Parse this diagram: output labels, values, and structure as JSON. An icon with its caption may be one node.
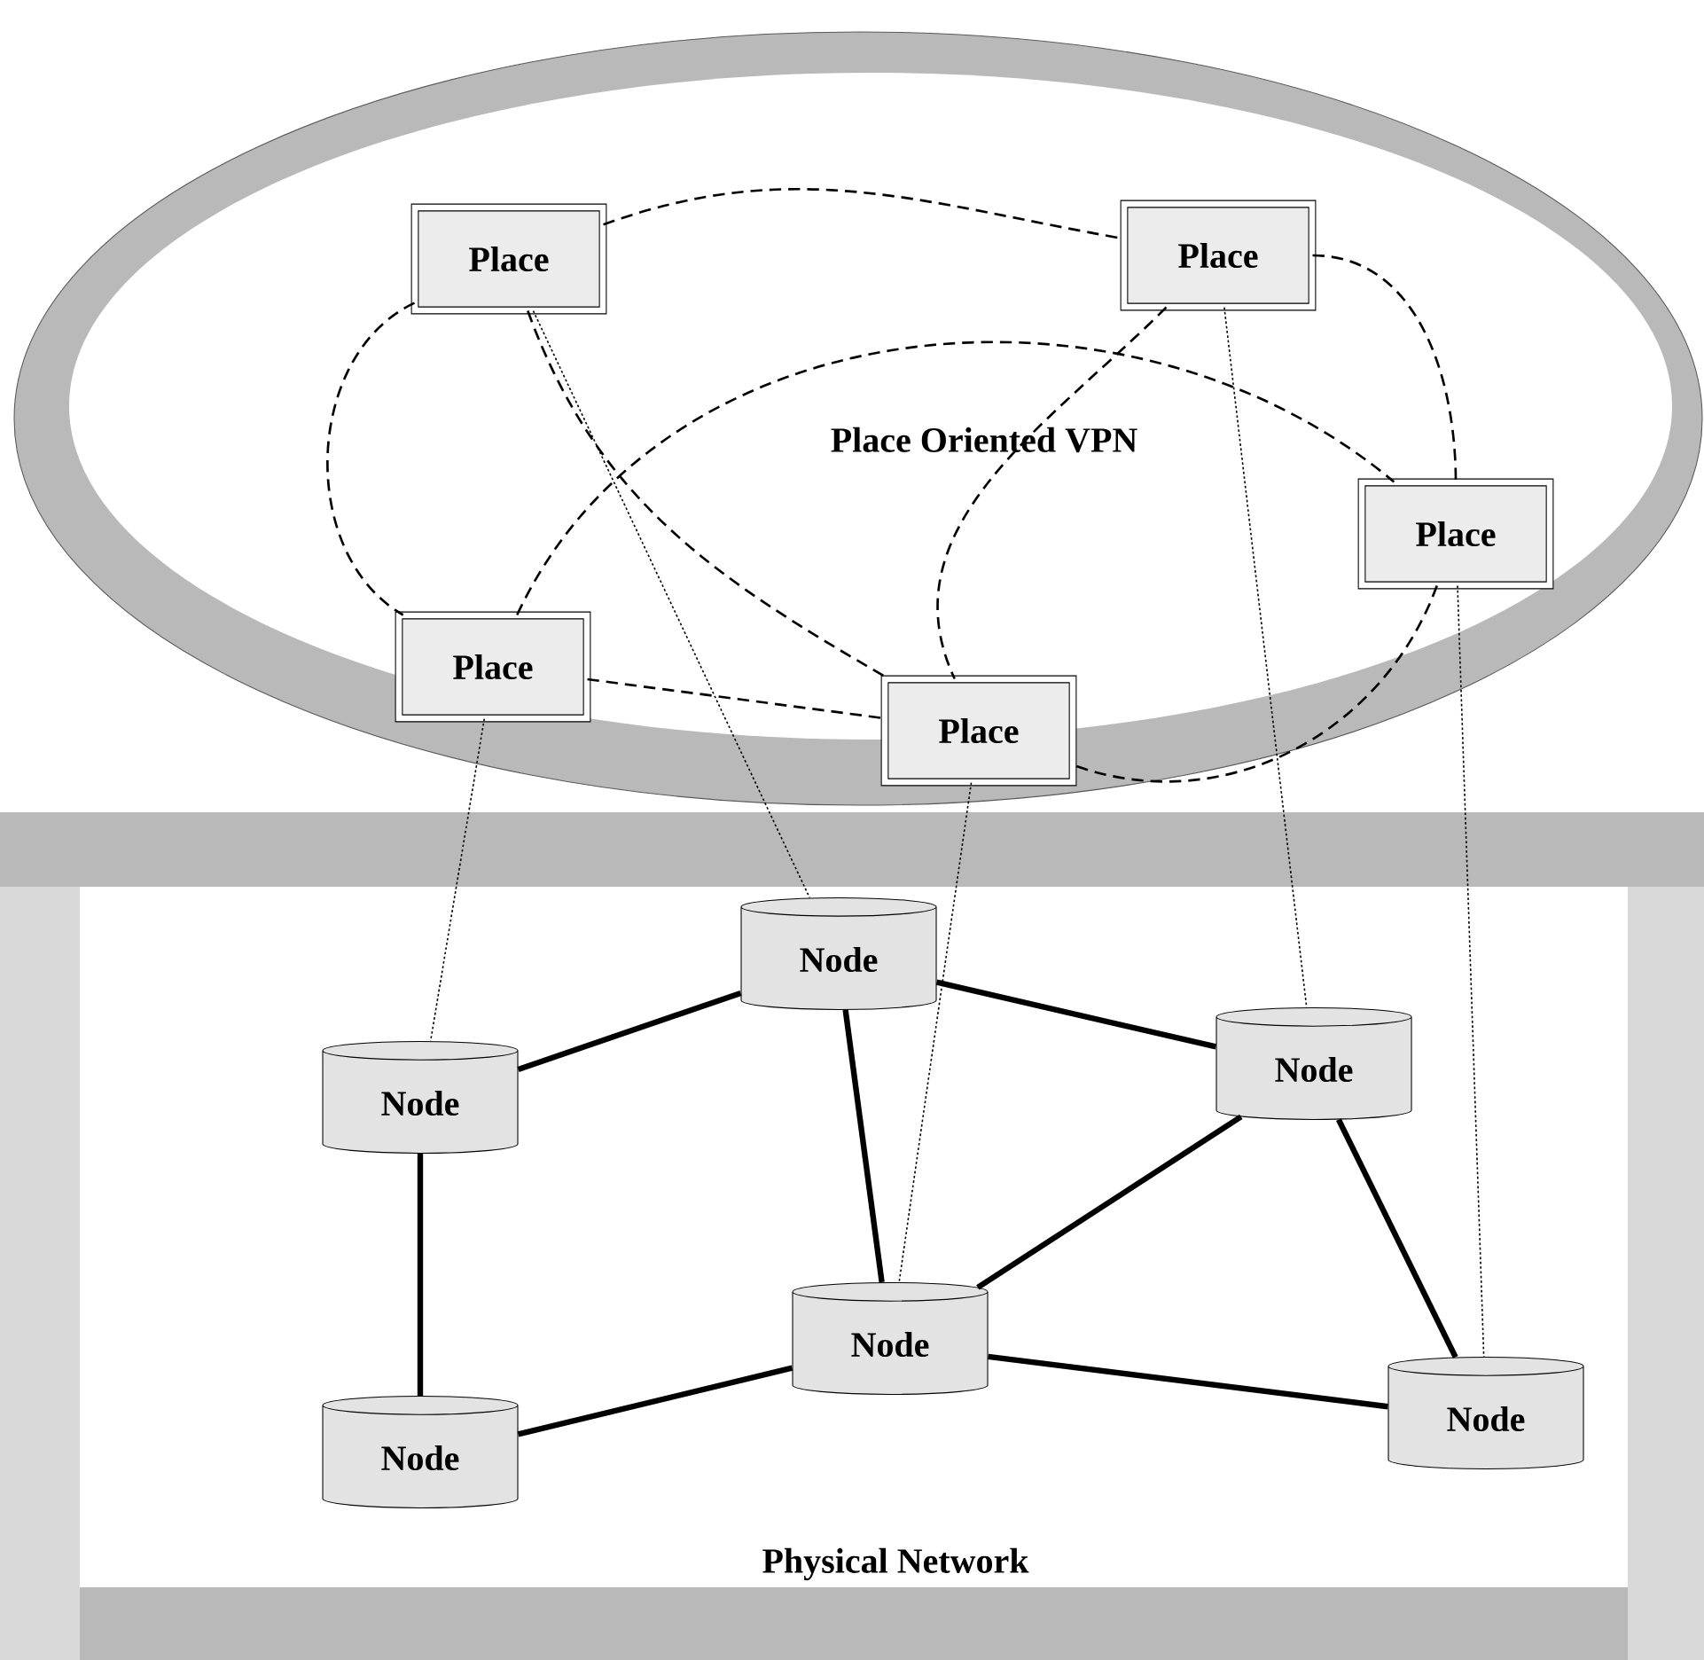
{
  "diagram": {
    "nodes": [
      {
        "text": [
          "Place Oriented VPN"
        ]
      },
      {
        "text": [
          "Place"
        ],
        "in": 0
      },
      {
        "text": [
          "Place"
        ],
        "in": 0
      },
      {
        "text": [
          "Place"
        ],
        "in": 0
      },
      {
        "text": [
          "Place"
        ],
        "in": 0
      },
      {
        "text": [
          "Place"
        ],
        "in": 0
      },
      {
        "text": [
          "Physical Network"
        ]
      },
      {
        "text": [
          "Node"
        ],
        "in": 6
      },
      {
        "text": [
          "Node"
        ],
        "in": 6
      },
      {
        "text": [
          "Node"
        ],
        "in": 6
      },
      {
        "text": [
          "Node"
        ],
        "in": 6
      },
      {
        "text": [
          "Node"
        ],
        "in": 6
      },
      {
        "text": [
          "Node"
        ],
        "in": 6
      }
    ],
    "edges": [
      {
        "from": 1,
        "to": 2,
        "arrow": "none",
        "style": "dashed"
      },
      {
        "from": 1,
        "to": 4,
        "arrow": "none",
        "style": "dashed"
      },
      {
        "from": 1,
        "to": 5,
        "arrow": "none",
        "style": "dashed"
      },
      {
        "from": 4,
        "to": 3,
        "arrow": "none",
        "style": "dashed"
      },
      {
        "from": 2,
        "to": 5,
        "arrow": "none",
        "style": "dashed"
      },
      {
        "from": 2,
        "to": 3,
        "arrow": "none",
        "style": "dashed"
      },
      {
        "from": 3,
        "to": 5,
        "arrow": "none",
        "style": "dashed"
      },
      {
        "from": 4,
        "to": 5,
        "arrow": "none",
        "style": "dashed"
      },
      {
        "from": 1,
        "to": 7,
        "arrow": "none",
        "style": "dashed"
      },
      {
        "from": 2,
        "to": 9,
        "arrow": "none",
        "style": "dashed"
      },
      {
        "from": 3,
        "to": 12,
        "arrow": "none",
        "style": "dashed"
      },
      {
        "from": 4,
        "to": 8,
        "arrow": "none",
        "style": "dashed"
      },
      {
        "from": 5,
        "to": 10,
        "arrow": "none",
        "style": "dashed"
      },
      {
        "from": 7,
        "to": 8,
        "arrow": "none",
        "style": "thick"
      },
      {
        "from": 7,
        "to": 9,
        "arrow": "none",
        "style": "thick"
      },
      {
        "from": 7,
        "to": 10,
        "arrow": "none",
        "style": "thick"
      },
      {
        "from": 8,
        "to": 11,
        "arrow": "none",
        "style": "thick"
      },
      {
        "from": 11,
        "to": 10,
        "arrow": "none",
        "style": "thick"
      },
      {
        "from": 10,
        "to": 9,
        "arrow": "none",
        "style": "thick"
      },
      {
        "from": 10,
        "to": 12,
        "arrow": "none",
        "style": "thick"
      },
      {
        "from": 9,
        "to": 12,
        "arrow": "none",
        "style": "thick"
      }
    ]
  }
}
